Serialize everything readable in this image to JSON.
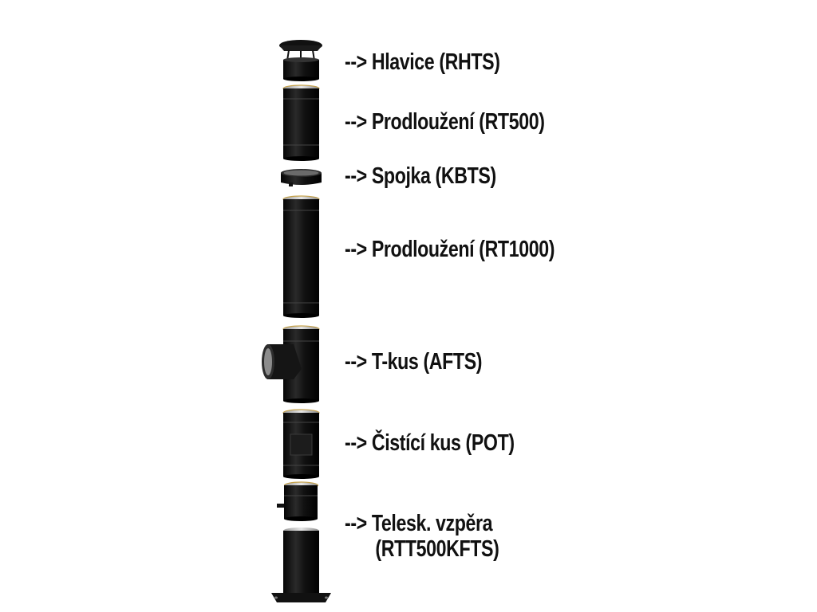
{
  "diagram": {
    "parts": [
      {
        "id": "hlavice",
        "lines": [
          "--> Hlavice (RHTS)"
        ]
      },
      {
        "id": "prodlouzeni-500",
        "lines": [
          "--> Prodloužení (RT500)"
        ]
      },
      {
        "id": "spojka",
        "lines": [
          "--> Spojka (KBTS)"
        ]
      },
      {
        "id": "prodlouzeni-1000",
        "lines": [
          "--> Prodloužení (RT1000)"
        ]
      },
      {
        "id": "t-kus",
        "lines": [
          "--> T-kus (AFTS)"
        ]
      },
      {
        "id": "cistici-kus",
        "lines": [
          "--> Čistící kus (POT)"
        ]
      },
      {
        "id": "telesk-vzpera",
        "lines": [
          "--> Telesk. vzpěra",
          "(RTT500KFTS)"
        ]
      }
    ]
  }
}
